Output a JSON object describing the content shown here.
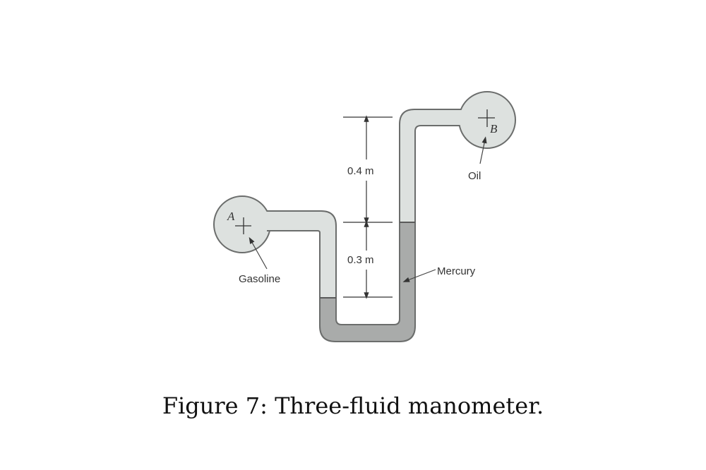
{
  "figure": {
    "caption": "Figure 7: Three-fluid manometer.",
    "points": {
      "a": "A",
      "b": "B"
    },
    "fluids": {
      "left": "Gasoline",
      "right": "Oil",
      "bottom": "Mercury"
    },
    "dimensions": {
      "upper": "0.4 m",
      "lower": "0.3 m"
    },
    "colors": {
      "light_fluid": "#dde1df",
      "mercury": "#a9abaa",
      "outline": "#6b6d6c"
    }
  }
}
